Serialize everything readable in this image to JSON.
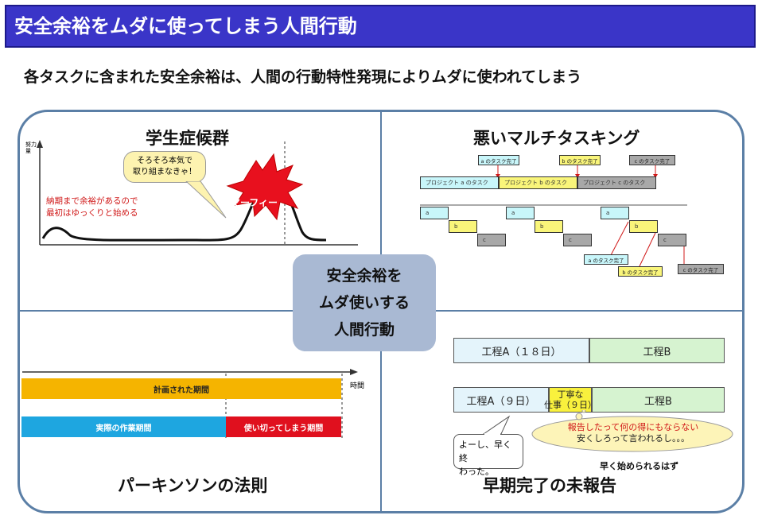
{
  "header": {
    "title": "安全余裕をムダに使ってしまう人間行動"
  },
  "subtitle": "各タスクに含まれた安全余裕は、人間の行動特性発現によりムダに使われてしまう",
  "center": {
    "lines": [
      "安全余裕を",
      "ムダ使いする",
      "人間行動"
    ]
  },
  "q1": {
    "title": "学生症候群",
    "y_axis_label": "努力量",
    "bubble": [
      "そろそろ本気で",
      "取り組まなきゃ！"
    ],
    "note": [
      "納期まで余裕があるので",
      "最初はゆっくりと始める"
    ],
    "burst": "マーフィー"
  },
  "q2": {
    "title": "悪いマルチタスキング",
    "top_labels": [
      "a のタスク完了",
      "b のタスク完了",
      "c のタスク完了"
    ],
    "top_boxes": [
      "プロジェクト a のタスク",
      "プロジェクト b のタスク",
      "プロジェクト c のタスク"
    ],
    "row_labels": [
      "a",
      "b",
      "c"
    ],
    "bottom_labels": [
      "a のタスク完了",
      "b のタスク完了",
      "c のタスク完了"
    ]
  },
  "q3": {
    "title": "パーキンソンの法則",
    "axis_label": "時間",
    "planned": "計画された期間",
    "actual": "実際の作業期間",
    "wasted": "使い切ってしまう期間"
  },
  "q4": {
    "title": "早期完了の未報告",
    "row1": {
      "a": "工程A（１８日）",
      "b": "工程B"
    },
    "row2": {
      "a": "工程A（９日）",
      "mid": [
        "丁寧な",
        "仕事（９日）"
      ],
      "b": "工程B"
    },
    "bubble_left": [
      "よーし、早く終",
      "わった。"
    ],
    "cloud": [
      "報告したって何の得にもならない",
      "安くしろって言われるし。。。"
    ],
    "note": "早く始められるはず"
  },
  "colors": {
    "banner": "#3a35c8",
    "panel_border": "#5b7fa6",
    "center_bg": "#a9b9d3",
    "planned_bar": "#f5b400",
    "actual_bar": "#1ea6e0",
    "wasted_bar": "#e0101e",
    "burst": "#e8101e",
    "task_a": "#c8f6fa",
    "task_b": "#f9f57a",
    "task_c": "#8c8c8c",
    "proc_a": "#e4f4fb",
    "proc_b": "#d6f3d0",
    "proc_mid": "#f9f13d"
  }
}
